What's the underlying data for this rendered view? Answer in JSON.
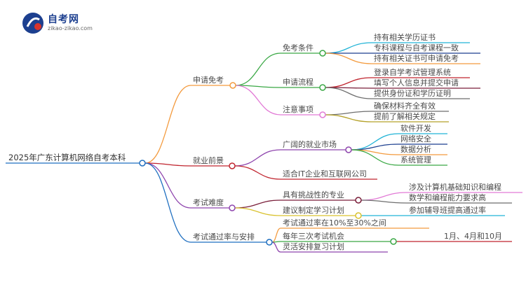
{
  "logo": {
    "title": "自考网",
    "subtitle": "zikao-zikao.com"
  },
  "mindmap": {
    "root": "2025年广东计算机网络自考本科",
    "branches": [
      {
        "label": "申请免考",
        "color": "#f39a3d",
        "children": [
          {
            "label": "免考条件",
            "color": "#3aa845",
            "children": [
              {
                "label": "持有相关学历证书",
                "color": "#20b3d6"
              },
              {
                "label": "专科课程与自考课程一致",
                "color": "#1c3f8f"
              },
              {
                "label": "持有相关证书可申请免考",
                "color": "#f39a3d"
              }
            ]
          },
          {
            "label": "申请流程",
            "color": "#3aa845",
            "children": [
              {
                "label": "登录自学考试管理系统",
                "color": "#c0242e"
              },
              {
                "label": "填写个人信息并提交申请",
                "color": "#7a1f3a"
              },
              {
                "label": "提供身份证和学历证明",
                "color": "#6e6e6e"
              }
            ]
          },
          {
            "label": "注意事项",
            "color": "#e27ad6",
            "children": [
              {
                "label": "确保材料齐全有效",
                "color": "#6e6e6e"
              },
              {
                "label": "提前了解相关规定",
                "color": "#b5a22b"
              }
            ]
          }
        ]
      },
      {
        "label": "就业前景",
        "color": "#c0242e",
        "children": [
          {
            "label": "广阔的就业市场",
            "color": "#8e44ad",
            "children": [
              {
                "label": "软件开发",
                "color": "#20b3d6"
              },
              {
                "label": "网络安全",
                "color": "#1c3f8f"
              },
              {
                "label": "数据分析",
                "color": "#f39a3d"
              },
              {
                "label": "系统管理",
                "color": "#3aa845"
              }
            ]
          },
          {
            "label": "适合IT企业和互联网公司",
            "color": "#c0242e",
            "children": []
          }
        ]
      },
      {
        "label": "考试难度",
        "color": "#8e44ad",
        "children": [
          {
            "label": "具有挑战性的专业",
            "color": "#7a1f3a",
            "children": [
              {
                "label": "涉及计算机基础知识和编程",
                "color": "#e27ad6"
              },
              {
                "label": "数学和编程能力要求高",
                "color": "#6e6e6e"
              }
            ]
          },
          {
            "label": "建议制定学习计划",
            "color": "#d9c22e",
            "children": [
              {
                "label": "参加辅导班提高通过率",
                "color": "#20b3d6"
              }
            ]
          }
        ]
      },
      {
        "label": "考试通过率与安排",
        "color": "#1f6fc0",
        "children": [
          {
            "label": "考试通过率在10%至30%之间",
            "color": "#f39a3d",
            "children": []
          },
          {
            "label": "每年三次考试机会",
            "color": "#3aa845",
            "children": [
              {
                "label": "1月、4月和10月",
                "color": "#c0242e"
              }
            ]
          },
          {
            "label": "灵活安排复习计划",
            "color": "#8e44ad",
            "children": []
          }
        ]
      }
    ]
  }
}
